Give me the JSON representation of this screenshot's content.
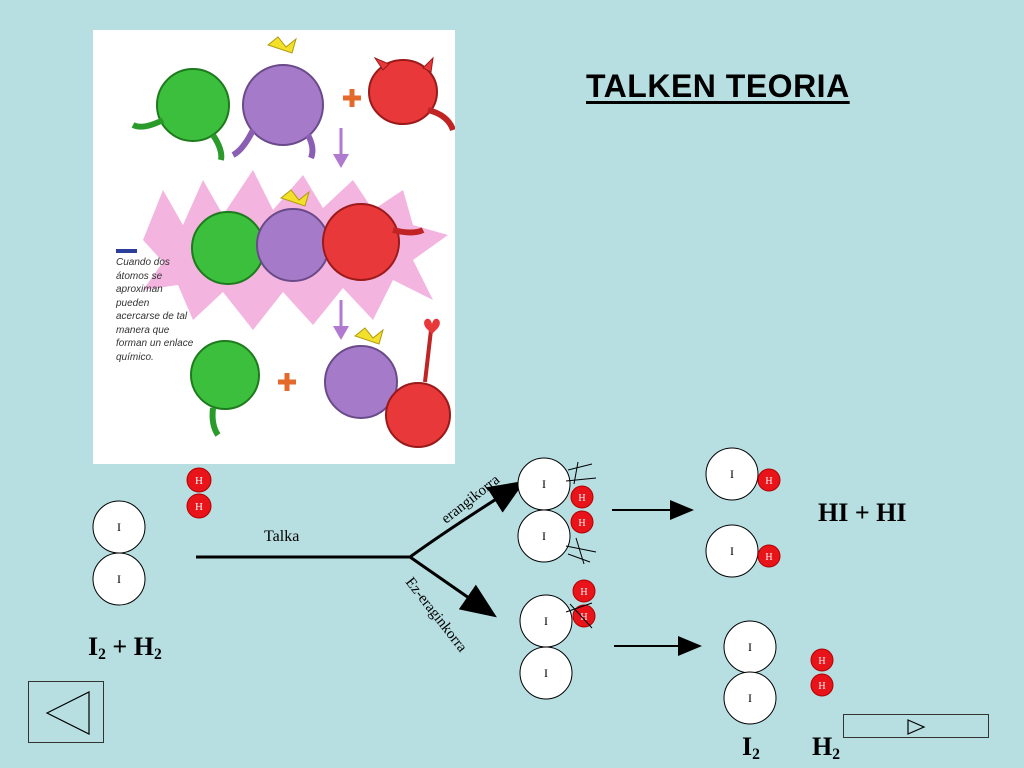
{
  "title": "TALKEN TEORIA",
  "illustration": {
    "caption": "Cuando dos átomos se aproximan pueden acercarse de tal manera que forman un enlace químico."
  },
  "diagram": {
    "collision_label": "Talka",
    "effective_label": "erangikorra",
    "ineffective_label": "Ez-eraginkorra",
    "atom_iodine": "I",
    "atom_hydrogen": "H",
    "reactants": {
      "base": "I",
      "sub": "2",
      "plus": " + H",
      "sub2": "2"
    },
    "products_effective": "HI + HI",
    "products_ineffective_i2": {
      "base": "I",
      "sub": "2"
    },
    "products_ineffective_h2": {
      "base": "H",
      "sub": "2"
    }
  },
  "colors": {
    "background": "#b7dfe2",
    "hydrogen": "#e8141a",
    "iodine": "#ffffff"
  },
  "nav": {
    "back_icon": "triangle-left-icon",
    "forward_icon": "triangle-right-icon"
  }
}
